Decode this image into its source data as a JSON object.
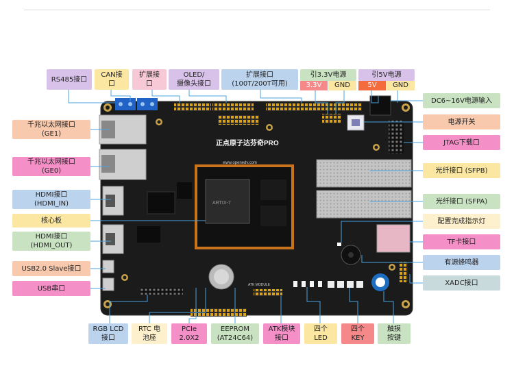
{
  "labels": {
    "rs485": "RS485接口",
    "can": "CAN接\n口",
    "ext1": "扩展接\n口",
    "oled": "OLED/\n摄像头接口",
    "ext2": "扩展接口\n(100T/200T可用)",
    "p33": "引3.3V电源",
    "p5": "引5V电源",
    "dc": "DC6~16V电源输入",
    "power_switch": "电源开关",
    "jtag": "JTAG下载口",
    "sfpb": "光纤接口 (SFPB)",
    "sfpa": "光纤接口 (SFPA)",
    "cfg_led": "配置完成指示灯",
    "tf": "TF卡接口",
    "buzzer": "有源蜂鸣器",
    "xadc": "XADC接口",
    "ge1": "千兆以太网接口\n(GE1)",
    "ge0": "千兆以太网接口\n(GE0)",
    "hdmi_in": "HDMI接口\n(HDMI_IN)",
    "core": "核心板",
    "hdmi_out": "HDMI接口\n(HDMI_OUT)",
    "usb_slave": "USB2.0 Slave接口",
    "usb_uart": "USB串口",
    "rgb": "RGB LCD\n接口",
    "rtc": "RTC 电\n池座",
    "pcie": "PCIe\n2.0X2",
    "eeprom": "EEPROM\n(AT24C64)",
    "atk": "ATK模块\n接口",
    "led4": "四个\nLED",
    "key4": "四个\nKEY",
    "touch": "触摸\n按键"
  },
  "tags": {
    "v33": "3.3V",
    "gnd1": "GND",
    "v5": "5V",
    "gnd2": "GND"
  },
  "board_text": {
    "brand": "正点原子达芬奇PRO",
    "website": "www.openedv.com",
    "chip": "ARTIX-7",
    "atk_module": "ATK MODULE"
  },
  "colors": {
    "board": "#1b1b1b",
    "header_gold": "#d8a21a",
    "core_orange": "#c9731c",
    "callout_line": "#4aa3df",
    "sfp_metal": "#bdbdbd"
  }
}
